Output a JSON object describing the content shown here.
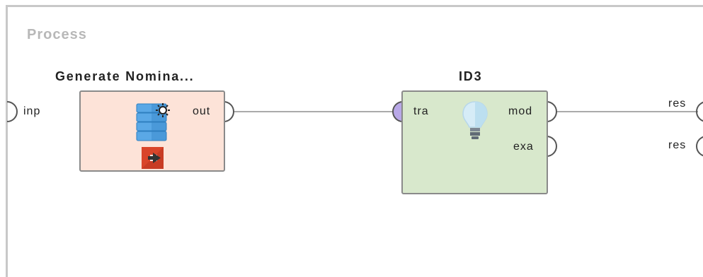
{
  "process": {
    "title": "Process"
  },
  "process_ports": {
    "input": "inp",
    "results": [
      "res",
      "res"
    ]
  },
  "operators": [
    {
      "title": "Generate Nomina...",
      "ports_out": [
        "out"
      ],
      "color": "#fde3d8"
    },
    {
      "title": "ID3",
      "ports_in": [
        "tra"
      ],
      "ports_out": [
        "mod",
        "exa"
      ],
      "color": "#d8e8cc"
    }
  ],
  "icons": {
    "generate": "database-generate-icon",
    "retrieve": "red-import-icon",
    "model": "lightbulb-icon"
  }
}
